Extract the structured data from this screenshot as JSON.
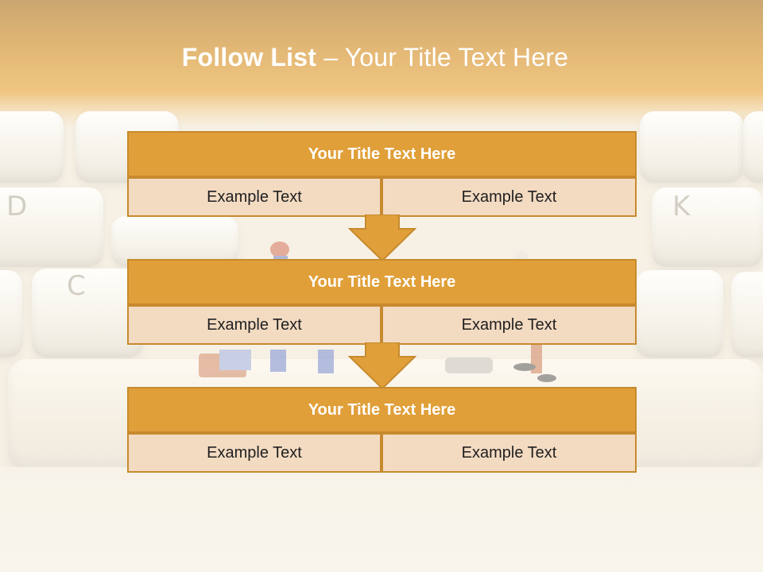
{
  "title": {
    "lead": "Follow List",
    "rest": "– Your Title Text Here"
  },
  "steps": [
    {
      "heading": "Your Title Text Here",
      "left": "Example Text",
      "right": "Example Text"
    },
    {
      "heading": "Your Title Text Here",
      "left": "Example Text",
      "right": "Example Text"
    },
    {
      "heading": "Your Title Text Here",
      "left": "Example Text",
      "right": "Example Text"
    }
  ],
  "background": {
    "key_letters": [
      "D",
      "C",
      "K"
    ]
  },
  "colors": {
    "accent": "#e09f39",
    "accent_border": "#c78a2e",
    "cell_fill": "#f3dbc2",
    "header_band": "#d38f29"
  }
}
